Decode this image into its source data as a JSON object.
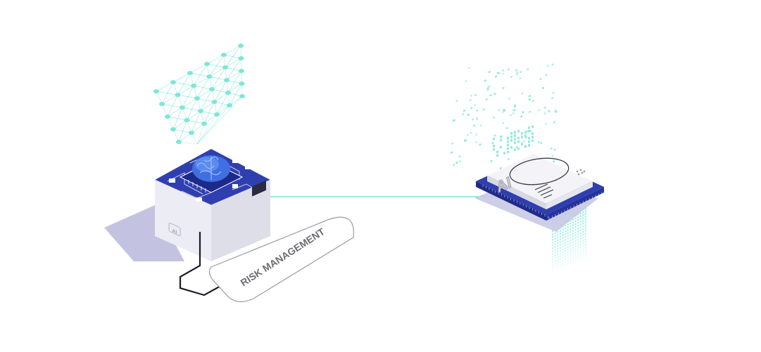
{
  "risk_card": {
    "label": "RISK MANAGEMENT"
  },
  "ai_chip": {
    "label": "AI",
    "badge": "AI"
  },
  "colors": {
    "chip_blue": "#2f3fb0",
    "chip_blue_dark": "#1e2a8a",
    "brain_blue": "#3f6fe0",
    "teal": "#7ee6d8",
    "connector_line": "#5fd9d9",
    "box_light": "#ececf4",
    "box_side": "#d9d9e6",
    "shadow": "#b9b9dc",
    "cable": "#1b1b2a",
    "label_grey": "#6d6d73"
  },
  "icons": [
    "neural-network-icon",
    "brain-icon",
    "processor-icon",
    "data-stream-icon"
  ]
}
